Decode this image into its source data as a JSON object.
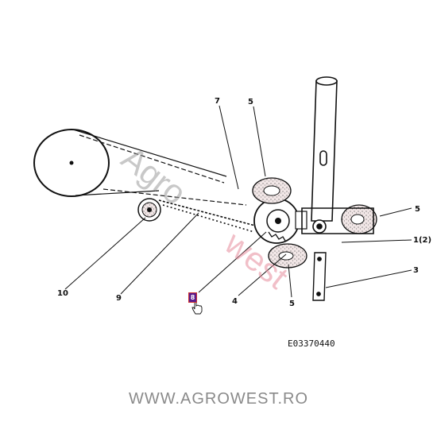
{
  "drawing": {
    "code": "E03370440",
    "labels": {
      "l7": "7",
      "l5a": "5",
      "l5b": "5",
      "l5c": "5",
      "l1": "1(2)",
      "l3": "3",
      "l4": "4",
      "l9": "9",
      "l10": "10"
    },
    "hotspot_label": "8"
  },
  "watermark": {
    "agro": "Agro",
    "west": "west",
    "agro_color": "#9a9a9a",
    "west_color": "#e58b9a"
  },
  "footer": {
    "url": "WWW.AGROWEST.RO"
  },
  "colors": {
    "hotspot": "#5a1a8c"
  }
}
